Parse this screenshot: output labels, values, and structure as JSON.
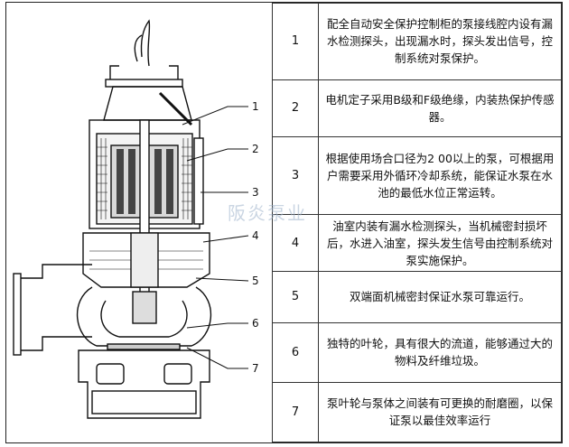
{
  "callouts": [
    "1",
    "2",
    "3",
    "4",
    "5",
    "6",
    "7"
  ],
  "rows": [
    {
      "num": "1",
      "text": "配全自动安全保护控制柜的泵接线腔内设有漏水检测探头，出现漏水时，探头发出信号，控制系统对泵保护。"
    },
    {
      "num": "2",
      "text": "电机定子采用B级和F级绝缘，内装热保护传感器。"
    },
    {
      "num": "3",
      "text": "根据使用场合口径为2 00以上的泵，可根据用户需要采用外循环冷却系统，能保证水泵在水池的最低水位正常运转。"
    },
    {
      "num": "4",
      "text": "油室内装有漏水检测探头，当机械密封损坏后，水进入油室，探头发生信号由控制系统对泵实施保护。"
    },
    {
      "num": "5",
      "text": "双端面机械密封保证水泵可靠运行。"
    },
    {
      "num": "6",
      "text": "独特的叶轮，具有很大的流道，能够通过大的物料及纤维垃圾。"
    },
    {
      "num": "7",
      "text": "泵叶轮与泵体之间装有可更换的耐磨圈，以保证泵以最佳效率运行"
    }
  ],
  "watermark": "阪炎泵业"
}
